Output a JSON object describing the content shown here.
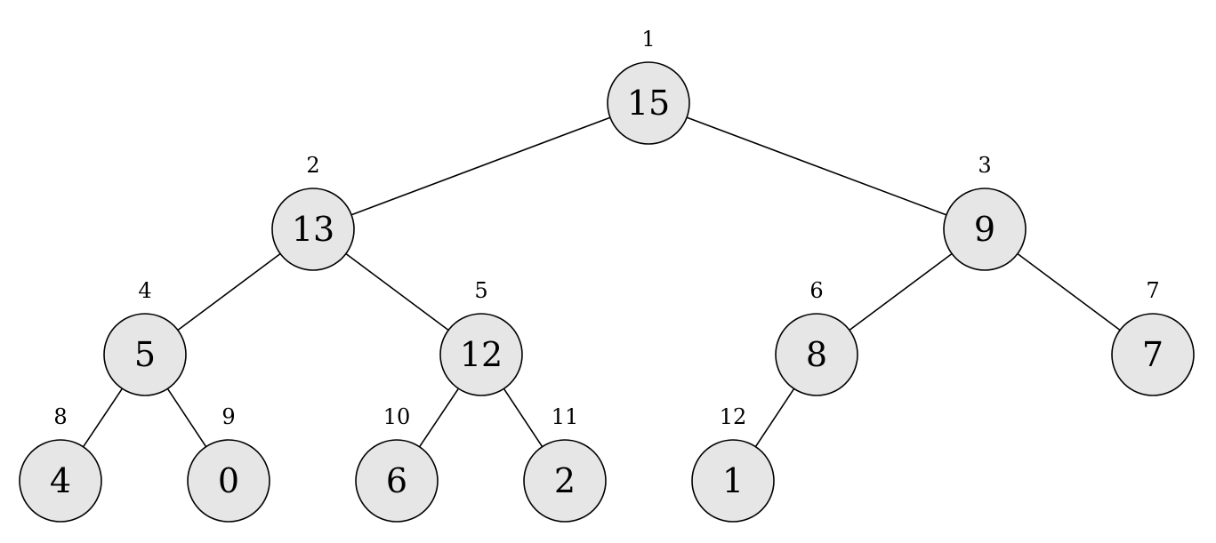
{
  "tree": {
    "nodes": [
      {
        "index": "1",
        "value": "15"
      },
      {
        "index": "2",
        "value": "13"
      },
      {
        "index": "3",
        "value": "9"
      },
      {
        "index": "4",
        "value": "5"
      },
      {
        "index": "5",
        "value": "12"
      },
      {
        "index": "6",
        "value": "8"
      },
      {
        "index": "7",
        "value": "7"
      },
      {
        "index": "8",
        "value": "4"
      },
      {
        "index": "9",
        "value": "0"
      },
      {
        "index": "10",
        "value": "6"
      },
      {
        "index": "11",
        "value": "2"
      },
      {
        "index": "12",
        "value": "1"
      }
    ],
    "edges": [
      [
        "1",
        "2"
      ],
      [
        "1",
        "3"
      ],
      [
        "2",
        "4"
      ],
      [
        "2",
        "5"
      ],
      [
        "3",
        "6"
      ],
      [
        "3",
        "7"
      ],
      [
        "4",
        "8"
      ],
      [
        "4",
        "9"
      ],
      [
        "5",
        "10"
      ],
      [
        "5",
        "11"
      ],
      [
        "6",
        "12"
      ]
    ]
  },
  "colors": {
    "node_fill": "#e6e6e6",
    "stroke": "#000000"
  }
}
